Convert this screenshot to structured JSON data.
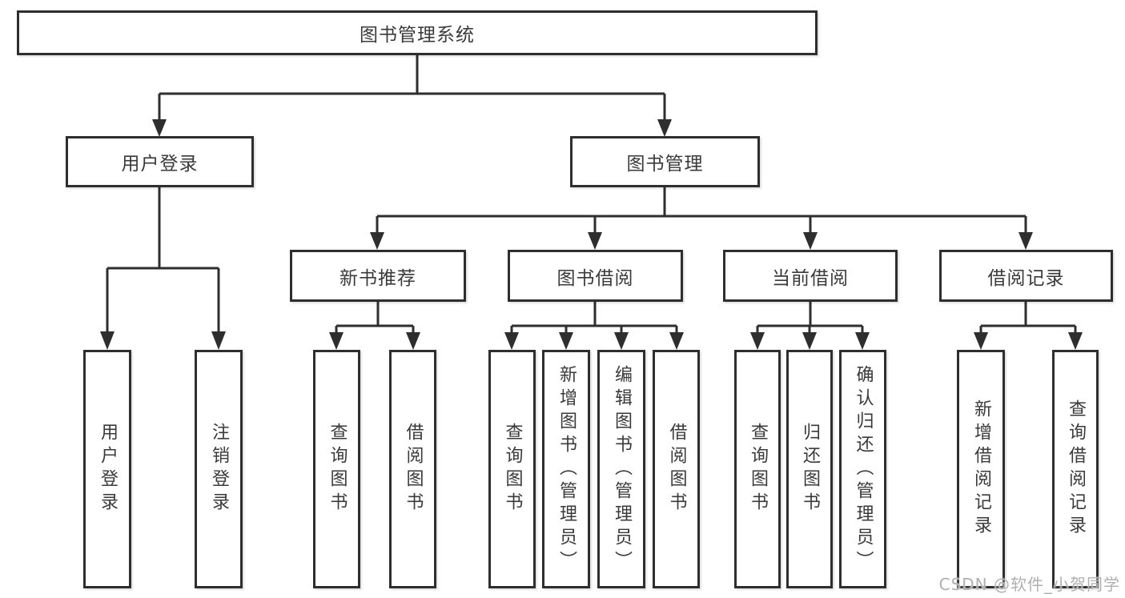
{
  "diagram": {
    "title": "图书管理系统",
    "level2": {
      "user_login": "用户登录",
      "book_management": "图书管理"
    },
    "level3": {
      "new_book_recommend": "新书推荐",
      "book_borrowing": "图书借阅",
      "current_borrowing": "当前借阅",
      "borrowing_records": "借阅记录"
    },
    "leaves": {
      "login": "用户登录",
      "logout": "注销登录",
      "nb_query_books": "查询图书",
      "nb_borrow_books": "借阅图书",
      "bb_query_books": "查询图书",
      "bb_add_books": "新增图书（管理员）",
      "bb_edit_books": "编辑图书（管理员）",
      "bb_borrow_books": "借阅图书",
      "cb_query_books": "查询图书",
      "cb_return_books": "归还图书",
      "cb_confirm_return": "确认归还（管理员）",
      "br_add_record": "新增借阅记录",
      "br_query_record": "查询借阅记录"
    }
  },
  "watermark": "CSDN @软件_小贺同学",
  "colors": {
    "line": "#2e2e2e",
    "text": "#3a3a3a",
    "watermark": "#b0b0b0",
    "background": "#ffffff"
  }
}
